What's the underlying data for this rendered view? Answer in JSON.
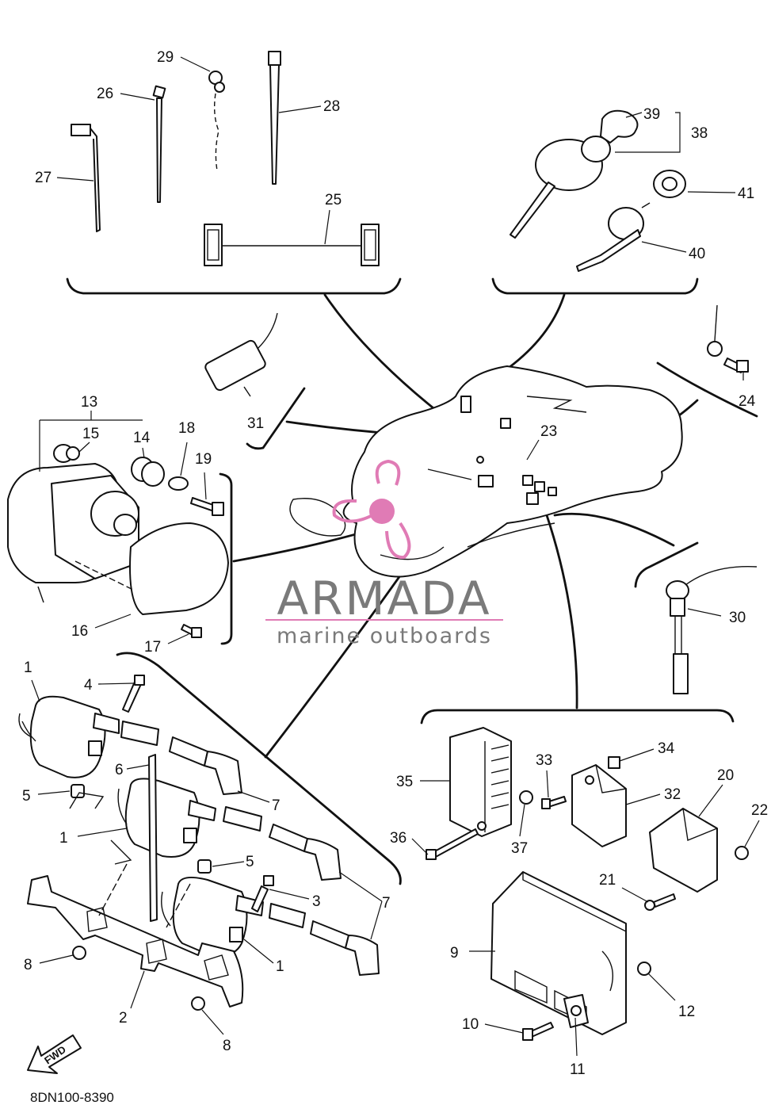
{
  "watermark": {
    "brand": "ARMADA",
    "tagline": "marine outboards",
    "accent_color": "#e07bb5",
    "text_color": "#7a7a7a"
  },
  "diagram_code": "8DN100-8390",
  "fwd_label": "FWD",
  "callouts": {
    "c1a": "1",
    "c1b": "1",
    "c1c": "1",
    "c2": "2",
    "c3": "3",
    "c4": "4",
    "c5a": "5",
    "c5b": "5",
    "c6": "6",
    "c7a": "7",
    "c7b": "7",
    "c8a": "8",
    "c8b": "8",
    "c9": "9",
    "c10": "10",
    "c11": "11",
    "c12": "12",
    "c13": "13",
    "c14": "14",
    "c15": "15",
    "c16": "16",
    "c17": "17",
    "c18": "18",
    "c19": "19",
    "c20": "20",
    "c21": "21",
    "c22": "22",
    "c23": "23",
    "c24": "24",
    "c25": "25",
    "c26": "26",
    "c27": "27",
    "c28": "28",
    "c29": "29",
    "c30": "30",
    "c31": "31",
    "c32": "32",
    "c33": "33",
    "c34": "34",
    "c35": "35",
    "c36": "36",
    "c37": "37",
    "c38": "38",
    "c39": "39",
    "c40": "40",
    "c41": "41"
  }
}
